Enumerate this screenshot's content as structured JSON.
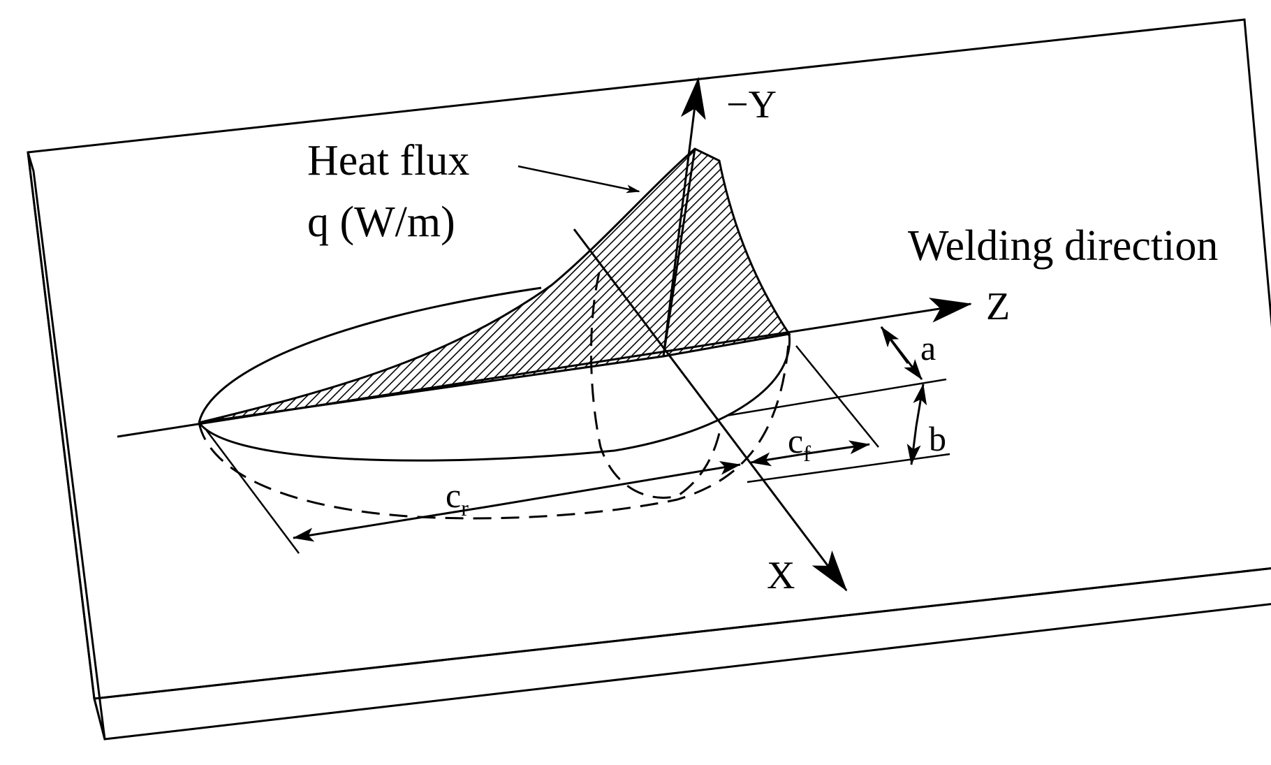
{
  "diagram": {
    "labels": {
      "heat_flux_line1": "Heat flux",
      "heat_flux_line2": "q (W/m)",
      "welding_direction": "Welding direction",
      "axis_neg_y": "−Y",
      "axis_z": "Z",
      "axis_x": "X",
      "dim_a": "a",
      "dim_b": "b",
      "dim_cf_base": "c",
      "dim_cf_sub": "f",
      "dim_cr_base": "c",
      "dim_cr_sub": "r"
    },
    "colors": {
      "stroke": "#000000",
      "background": "#ffffff"
    }
  }
}
